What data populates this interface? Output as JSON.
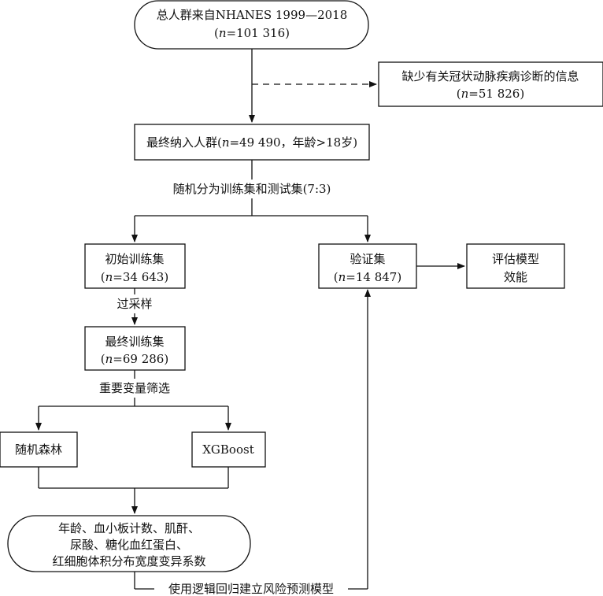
{
  "boxes": {
    "total": {
      "line1": "总人群来自NHANES 1999—2018",
      "n_label": "n",
      "n_value": "=101 316"
    },
    "excluded": {
      "line1": "缺少有关冠状动脉疾病诊断的信息",
      "n_label": "n",
      "n_value": "=51 826"
    },
    "final": {
      "pre": "最终纳入人群(",
      "n_label": "n",
      "post": "=49 490，年龄>18岁)"
    },
    "train_init": {
      "line1": "初始训练集",
      "n_label": "n",
      "n_value": "=34 643"
    },
    "train_final": {
      "line1": "最终训练集",
      "n_label": "n",
      "n_value": "=69 286"
    },
    "validation": {
      "line1": "验证集",
      "n_label": "n",
      "n_value": "=14 847"
    },
    "eval": {
      "line1": "评估模型",
      "line2": "效能"
    },
    "rf": {
      "line1": "随机森林"
    },
    "xgb": {
      "line1": "XGBoost"
    },
    "variables": {
      "line1": "年龄、血小板计数、肌酐、",
      "line2": "尿酸、糖化血红蛋白、",
      "line3": "红细胞体积分布宽度变异系数"
    }
  },
  "edge_labels": {
    "split": "随机分为训练集和测试集(7:3)",
    "oversample": "过采样",
    "feature_selection": "重要变量筛选",
    "logistic": "使用逻辑回归建立风险预测模型"
  },
  "chart_data": {
    "type": "flowchart",
    "nodes": [
      {
        "id": "total",
        "text": "总人群来自NHANES 1999—2018 (n=101 316)",
        "shape": "rounded"
      },
      {
        "id": "excluded",
        "text": "缺少有关冠状动脉疾病诊断的信息 (n=51 826)",
        "shape": "rect"
      },
      {
        "id": "final",
        "text": "最终纳入人群(n=49 490，年龄>18岁)",
        "shape": "rect"
      },
      {
        "id": "train_init",
        "text": "初始训练集 (n=34 643)",
        "shape": "rect"
      },
      {
        "id": "train_final",
        "text": "最终训练集 (n=69 286)",
        "shape": "rect"
      },
      {
        "id": "validation",
        "text": "验证集 (n=14 847)",
        "shape": "rect"
      },
      {
        "id": "eval",
        "text": "评估模型 效能",
        "shape": "rect"
      },
      {
        "id": "rf",
        "text": "随机森林",
        "shape": "rect"
      },
      {
        "id": "xgb",
        "text": "XGBoost",
        "shape": "rect"
      },
      {
        "id": "variables",
        "text": "年龄、血小板计数、肌酐、尿酸、糖化血红蛋白、红细胞体积分布宽度变异系数",
        "shape": "rounded"
      }
    ],
    "edges": [
      {
        "from": "total",
        "to": "excluded",
        "style": "dashed"
      },
      {
        "from": "total",
        "to": "final",
        "style": "solid"
      },
      {
        "from": "final",
        "to": "train_init",
        "label": "随机分为训练集和测试集(7:3)"
      },
      {
        "from": "final",
        "to": "validation"
      },
      {
        "from": "train_init",
        "to": "train_final",
        "label": "过采样"
      },
      {
        "from": "train_final",
        "to": "rf",
        "label": "重要变量筛选"
      },
      {
        "from": "train_final",
        "to": "xgb"
      },
      {
        "from": "rf",
        "to": "variables"
      },
      {
        "from": "xgb",
        "to": "variables"
      },
      {
        "from": "variables",
        "to": "validation",
        "label": "使用逻辑回归建立风险预测模型"
      },
      {
        "from": "validation",
        "to": "eval"
      }
    ]
  }
}
